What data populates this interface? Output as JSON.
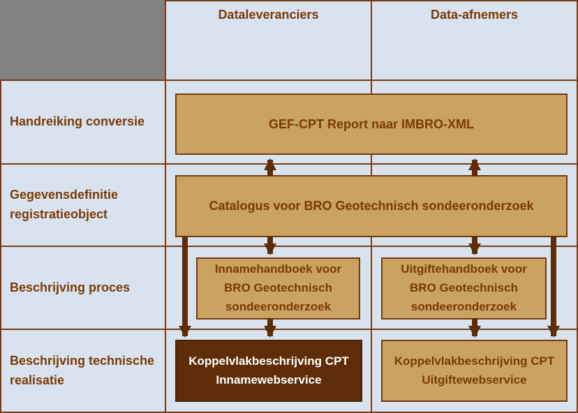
{
  "columns": {
    "dataleveranciers": "Dataleveranciers",
    "data_afnemers": "Data-afnemers"
  },
  "row_labels": {
    "handreiking_conversie": "Handreiking conversie",
    "gegevensdefinitie_registratieobject": "Gegevensdefinitie registratieobject",
    "beschrijving_proces": "Beschrijving proces",
    "beschrijving_technische_realisatie": "Beschrijving technische realisatie"
  },
  "boxes": {
    "gef_cpt_report": "GEF-CPT Report naar IMBRO-XML",
    "catalogus": "Catalogus voor BRO Geotechnisch sondeeronderzoek",
    "innamehandboek": "Innamehandboek voor BRO Geotechnisch sondeeronderzoek",
    "uitgiftehandboek": "Uitgiftehandboek voor BRO Geotechnisch sondeeronderzoek",
    "koppelvlak_inname": "Koppelvlakbeschrijving CPT Innamewebservice",
    "koppelvlak_uitgifte": "Koppelvlakbeschrijving CPT Uitgiftewebservice"
  },
  "colors": {
    "background_blue": "#d9e3ef",
    "corner_gray": "#828282",
    "box_tan": "#c9a35f",
    "grid_line_brown": "#7a3b10",
    "text_brown": "#7b3a05",
    "dark_box_fill": "#5e2d08",
    "dark_box_text": "#ffffff",
    "arrow_brown": "#5e2d08"
  }
}
